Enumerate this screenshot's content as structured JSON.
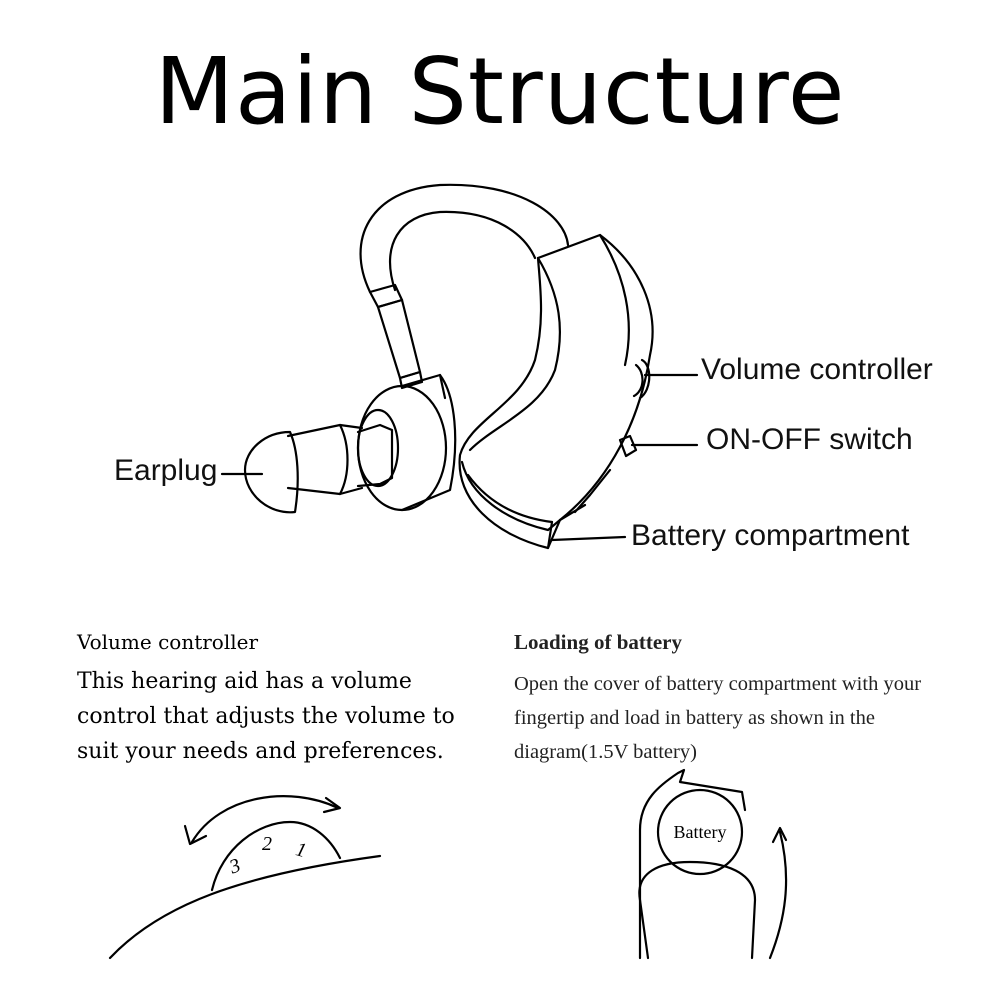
{
  "title": "Main Structure",
  "callouts": {
    "earplug": "Earplug",
    "volume_controller": "Volume controller",
    "on_off_switch": "ON-OFF switch",
    "battery_compartment": "Battery compartment"
  },
  "volume_section": {
    "heading": "Volume controller",
    "body": "This hearing aid has a volume control that adjusts the volume to suit your needs and preferences.",
    "dial_numbers": [
      "3",
      "2",
      "1"
    ]
  },
  "battery_section": {
    "heading": "Loading of battery",
    "body": "Open the cover of battery compartment with your fingertip and load in battery as shown in the diagram(1.5V battery)",
    "battery_label": "Battery"
  }
}
